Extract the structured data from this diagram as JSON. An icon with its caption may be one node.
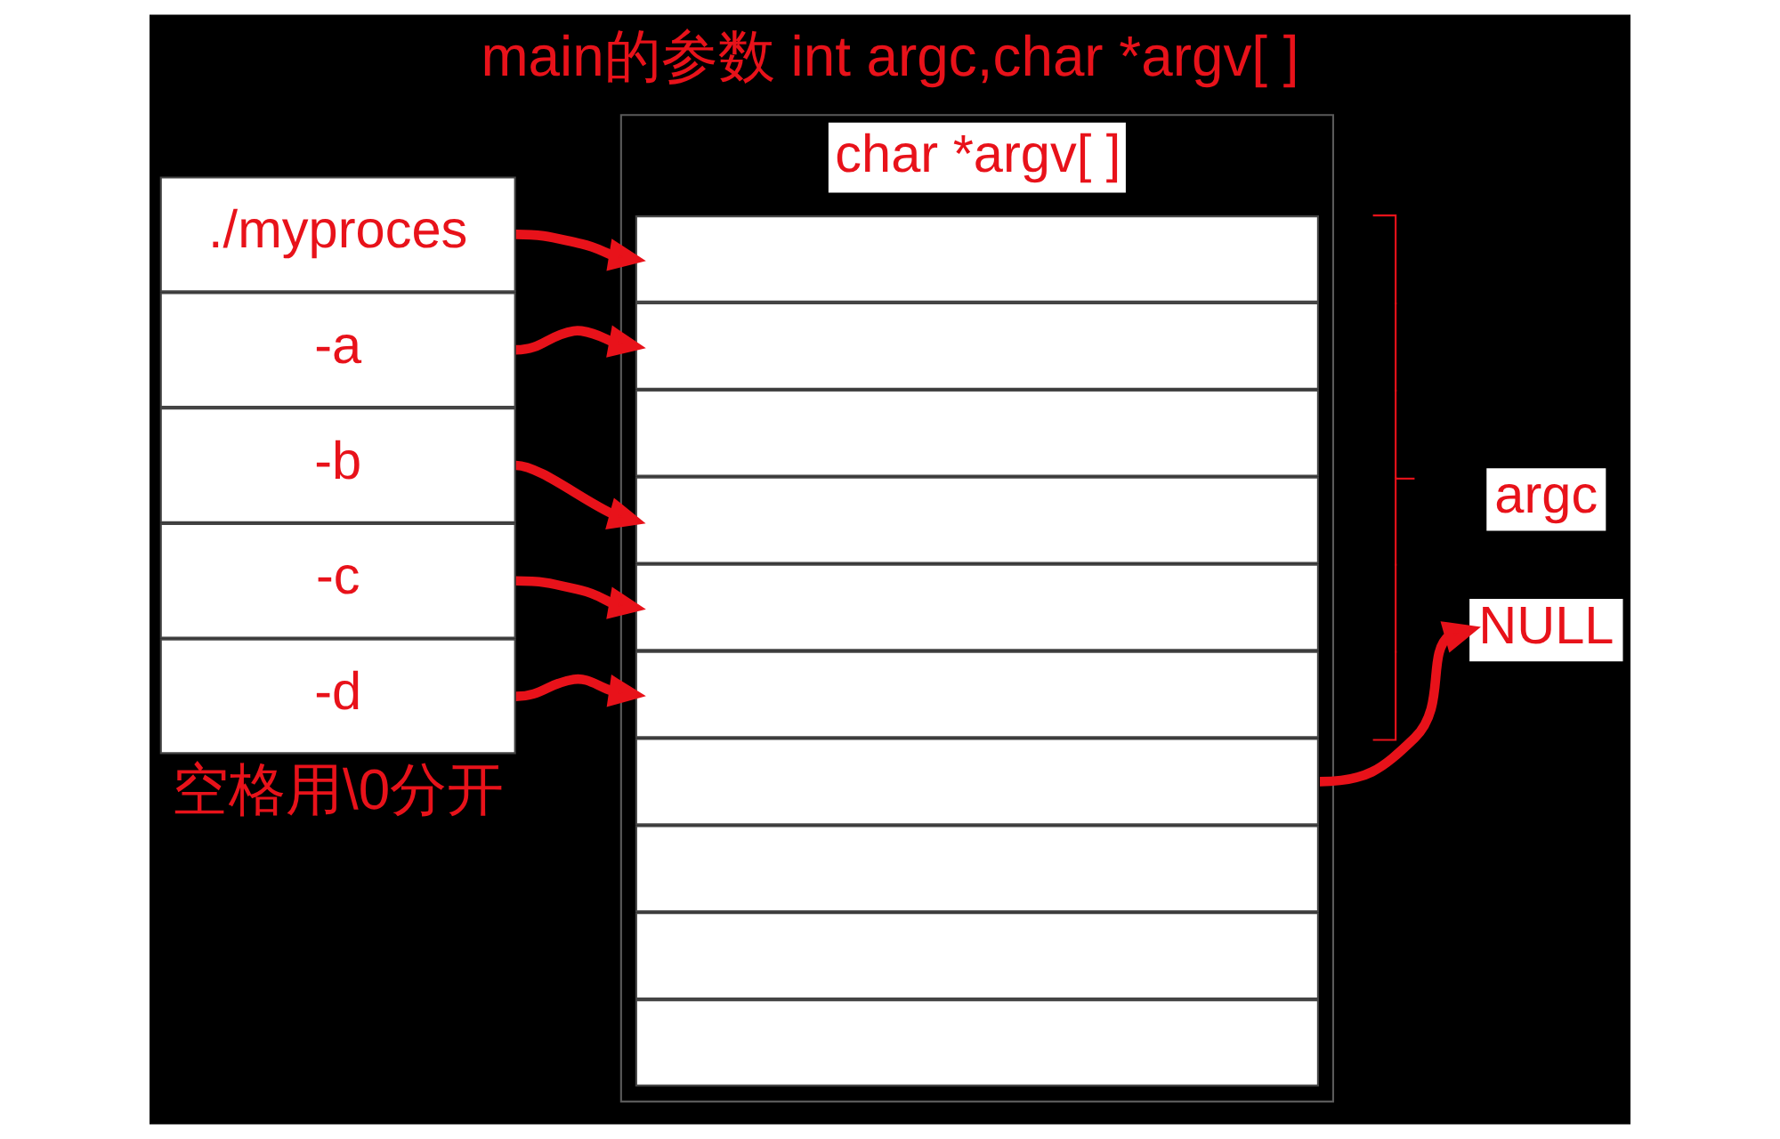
{
  "diagram": {
    "title": "main的参数 int argc,char *argv[ ]",
    "nodes": [
      {
        "text": [
          "./myproces"
        ]
      },
      {
        "text": [
          "-a"
        ]
      },
      {
        "text": [
          "-b"
        ]
      },
      {
        "text": [
          "-c"
        ]
      },
      {
        "text": [
          "-d"
        ]
      },
      {
        "text": [
          "char *argv[ ]"
        ]
      },
      {
        "text": [],
        "shape": "box",
        "in": 5
      },
      {
        "text": [],
        "shape": "box",
        "in": 5
      },
      {
        "text": [],
        "shape": "box",
        "in": 5
      },
      {
        "text": [],
        "shape": "box",
        "in": 5
      },
      {
        "text": [],
        "shape": "box",
        "in": 5
      },
      {
        "text": [],
        "shape": "box",
        "in": 5
      },
      {
        "text": [],
        "shape": "box",
        "in": 5
      },
      {
        "text": [],
        "shape": "box",
        "in": 5
      },
      {
        "text": [],
        "shape": "box",
        "in": 5
      },
      {
        "text": [],
        "shape": "box",
        "in": 5
      },
      {
        "text": [
          "NULL"
        ]
      }
    ],
    "edges": [
      {
        "from": 0,
        "to": 6,
        "arrow": "to"
      },
      {
        "from": 1,
        "to": 7,
        "arrow": "to"
      },
      {
        "from": 2,
        "to": 9,
        "arrow": "to"
      },
      {
        "from": 3,
        "to": 10,
        "arrow": "to"
      },
      {
        "from": 4,
        "to": 11,
        "arrow": "to"
      },
      {
        "from": 12,
        "to": 16,
        "arrow": "to"
      }
    ],
    "labels": [
      "argc",
      "空格用\\0分开"
    ]
  }
}
